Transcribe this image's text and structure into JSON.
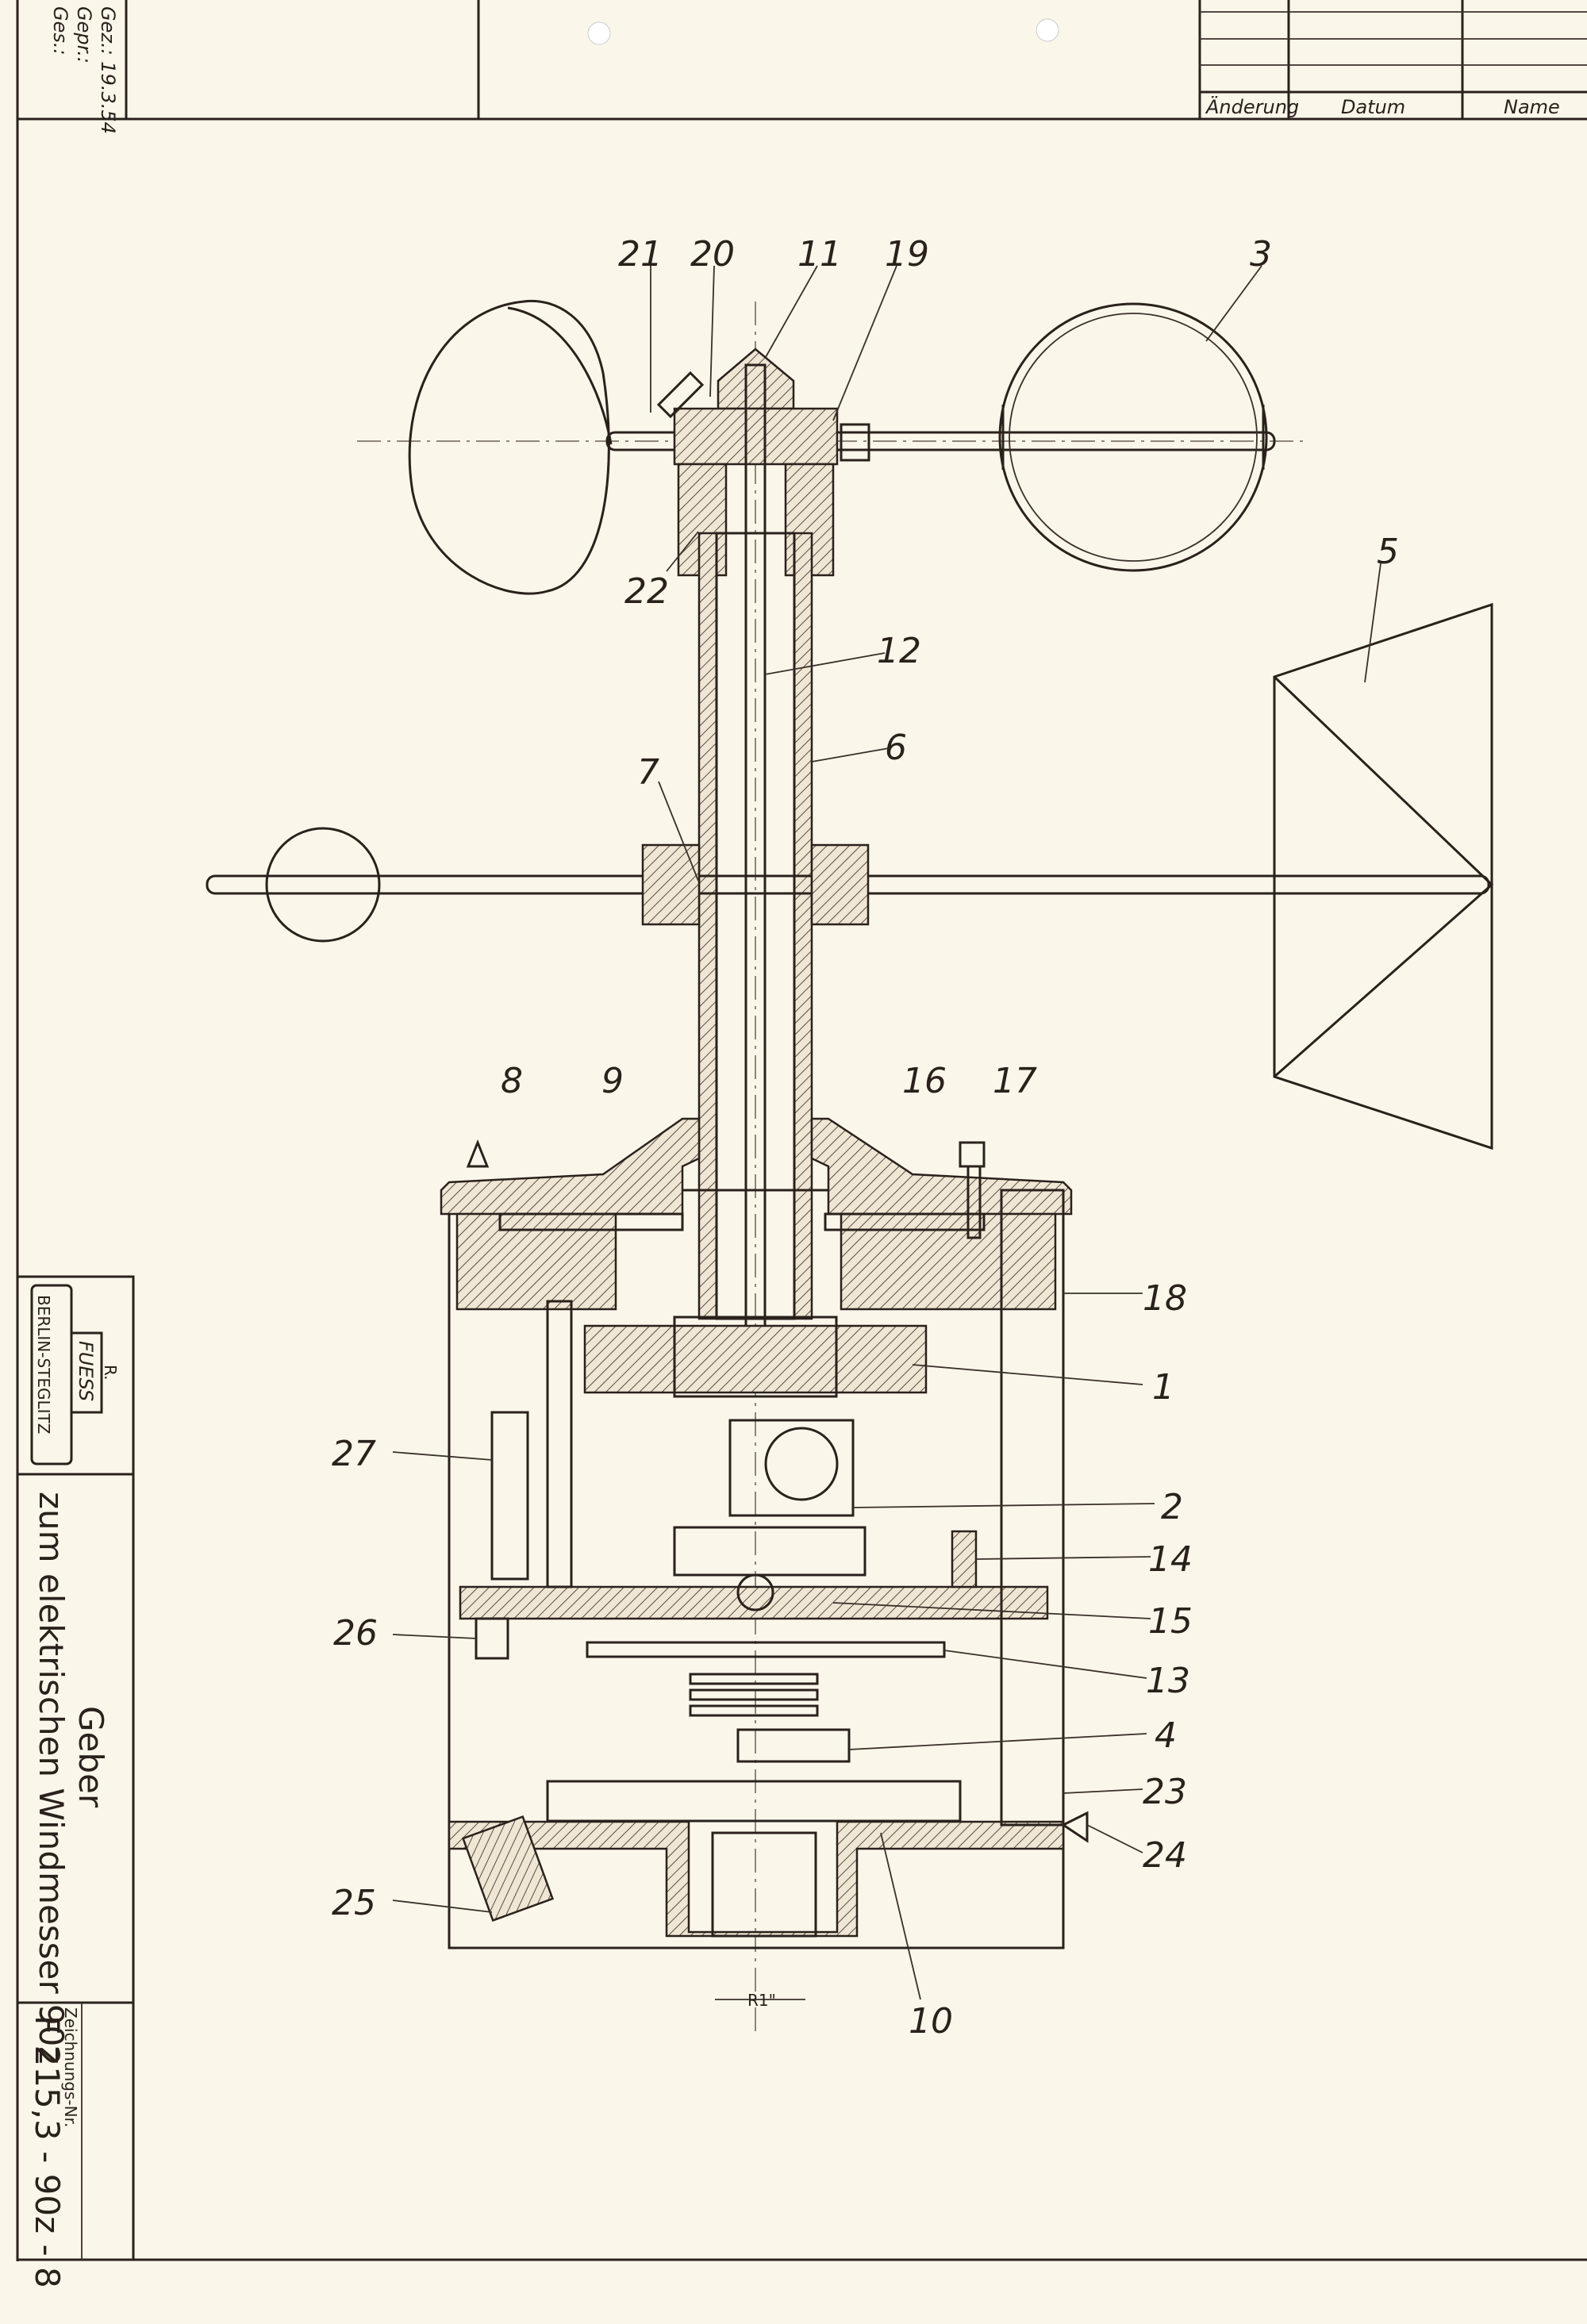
{
  "header": {
    "drafting": {
      "drawn": "Gez.: 19.3.54",
      "checked": "Gepr.:",
      "approved": "Ges.:"
    },
    "revision_table": {
      "columns": [
        "Änderung",
        "Datum",
        "Name"
      ]
    }
  },
  "title_block": {
    "company_logo": {
      "line1": "R.",
      "line2": "FUESS",
      "line3": "BERLIN-STEGLITZ"
    },
    "title_line1": "Geber",
    "title_line2": "zum elektrischen Windmesser 90z",
    "drawing_number_label": "Zeichnungs-Nr.",
    "drawing_number": "F 215,3 - 90z - 8"
  },
  "parts": {
    "labels": [
      "21",
      "20",
      "11",
      "19",
      "3",
      "5",
      "22",
      "12",
      "6",
      "7",
      "8",
      "9",
      "16",
      "17",
      "18",
      "1",
      "27",
      "2",
      "14",
      "15",
      "26",
      "13",
      "4",
      "23",
      "24",
      "25",
      "10"
    ],
    "dimension": "R1\""
  }
}
